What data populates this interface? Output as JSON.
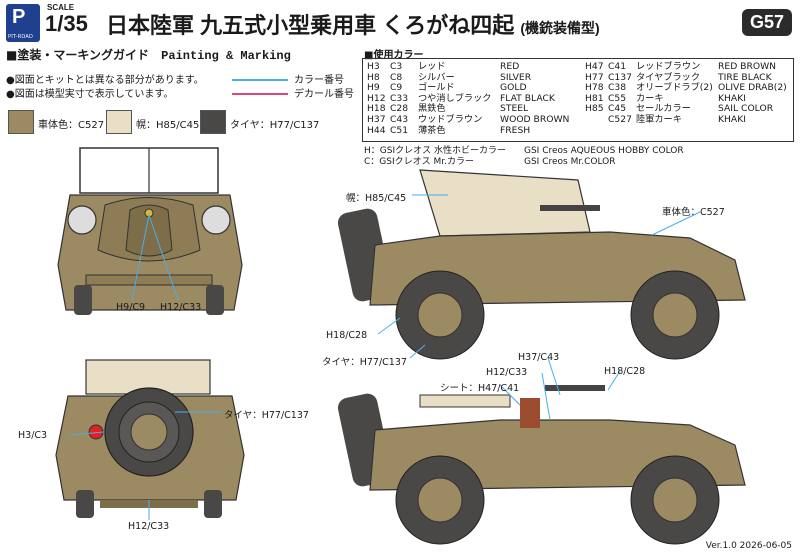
{
  "header": {
    "logo_text": "P",
    "logo_sub": "PIT-ROAD",
    "scale_label": "SCALE",
    "scale": "1/35",
    "title": "日本陸軍 九五式小型乗用車 くろがね四起",
    "title_sub": "(機銃装備型)",
    "code": "G57"
  },
  "section": {
    "title": "■塗装・マーキングガイド",
    "title_en": "Painting & Marking",
    "notes": [
      "●図面とキットとは異なる部分があります。",
      "●図面は模型実寸で表示しています。"
    ],
    "legend": [
      {
        "label": "カラー番号",
        "color": "#4aaee8"
      },
      {
        "label": "デカール番号",
        "color": "#e0457b"
      }
    ]
  },
  "swatches": [
    {
      "label": "車体色：C527",
      "color": "#9b8a62"
    },
    {
      "label": "幌：H85/C45",
      "color": "#e8dfc6"
    },
    {
      "label": "タイヤ：H77/C137",
      "color": "#4a4847"
    }
  ],
  "paint_table": {
    "title": "■使用カラー",
    "left": [
      [
        "H3",
        "C3",
        "レッド",
        "RED"
      ],
      [
        "H8",
        "C8",
        "シルバー",
        "SILVER"
      ],
      [
        "H9",
        "C9",
        "ゴールド",
        "GOLD"
      ],
      [
        "H12",
        "C33",
        "つや消しブラック",
        "FLAT BLACK"
      ],
      [
        "H18",
        "C28",
        "黒鉄色",
        "STEEL"
      ],
      [
        "H37",
        "C43",
        "ウッドブラウン",
        "WOOD BROWN"
      ],
      [
        "H44",
        "C51",
        "薄茶色",
        "FRESH"
      ]
    ],
    "right": [
      [
        "H47",
        "C41",
        "レッドブラウン",
        "RED BROWN"
      ],
      [
        "H77",
        "C137",
        "タイヤブラック",
        "TIRE BLACK"
      ],
      [
        "H78",
        "C38",
        "オリーブドラブ(2)",
        "OLIVE DRAB(2)"
      ],
      [
        "H81",
        "C55",
        "カーキ",
        "KHAKI"
      ],
      [
        "H85",
        "C45",
        "セールカラー",
        "SAIL COLOR"
      ],
      [
        "",
        "C527",
        "陸軍カーキ",
        "KHAKI"
      ]
    ]
  },
  "creos": [
    {
      "jp": "H：GSIクレオス 水性ホビーカラー",
      "en": "GSI Creos AQUEOUS HOBBY COLOR"
    },
    {
      "jp": "C：GSIクレオス Mr.カラー",
      "en": "GSI Creos Mr.COLOR"
    }
  ],
  "callouts": {
    "front_h9": "H9/C9",
    "front_h12": "H12/C33",
    "rear_h3": "H3/C3",
    "rear_tire": "タイヤ：H77/C137",
    "rear_h12": "H12/C33",
    "side1_hood": "幌：H85/C45",
    "side1_body": "車体色：C527",
    "side1_h18": "H18/C28",
    "side1_tire": "タイヤ：H77/C137",
    "side2_h37": "H37/C43",
    "side2_h12": "H12/C33",
    "side2_seat": "シート：H47/C41",
    "side2_h18": "H18/C28"
  },
  "version": "Ver.1.0 2026-06-05",
  "colors": {
    "body": "#9b8a62",
    "body_dark": "#7d6d48",
    "canvas": "#e8dfc6",
    "tire": "#4a4847",
    "accent_blue": "#4aaee8",
    "accent_pink": "#e0457b",
    "badge": "#2b2b2b",
    "logo": "#1f3f8f"
  }
}
